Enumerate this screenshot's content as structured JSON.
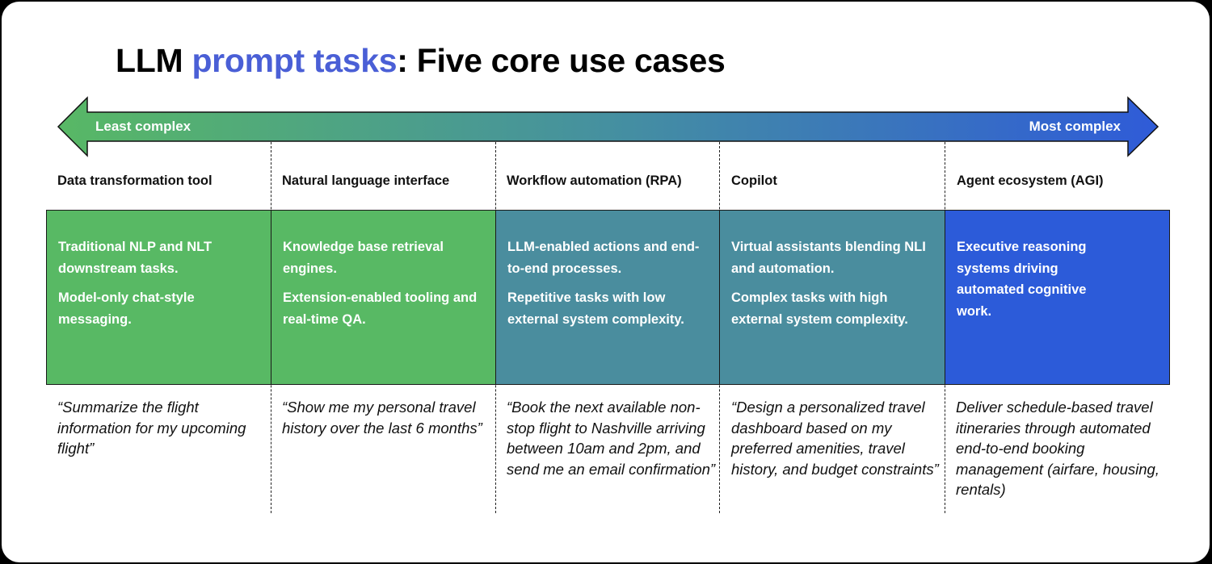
{
  "title": {
    "prefix": "LLM ",
    "accent": "prompt tasks",
    "suffix": ": Five core use cases",
    "accent_color": "#4a5fd6"
  },
  "arrow": {
    "left_label": "Least complex",
    "right_label": "Most complex",
    "gradient_start": "#58b865",
    "gradient_mid": "#4590a0",
    "gradient_end": "#2f5bd8"
  },
  "columns": [
    {
      "header": "Data transformation tool",
      "color": "#58b964",
      "descriptions": [
        "Traditional NLP and NLT downstream tasks.",
        "Model-only chat-style messaging."
      ],
      "example": "“Summarize the flight information for my upcoming flight”"
    },
    {
      "header": "Natural language interface",
      "color": "#58b964",
      "descriptions": [
        "Knowledge base retrieval engines.",
        "Extension-enabled tooling and real-time QA."
      ],
      "example": "“Show me my personal travel history over the last 6 months”"
    },
    {
      "header": "Workflow automation (RPA)",
      "color": "#4a8d9e",
      "descriptions": [
        "LLM-enabled actions and end-to-end processes.",
        "Repetitive tasks with low external system complexity."
      ],
      "example": "“Book the next available non-stop flight to Nashville arriving between 10am and 2pm, and send me an email confirmation”"
    },
    {
      "header": "Copilot",
      "color": "#4a8d9e",
      "descriptions": [
        "Virtual assistants blending NLI and automation.",
        "Complex tasks with high external system complexity."
      ],
      "example": "“Design a personalized travel dashboard based on my preferred amenities, travel history, and budget constraints”"
    },
    {
      "header": "Agent ecosystem (AGI)",
      "color": "#2c5bd9",
      "descriptions": [
        "Executive reasoning systems driving automated cognitive work."
      ],
      "example": "Deliver schedule-based travel itineraries through automated end-to-end booking management (airfare, housing, rentals)"
    }
  ]
}
